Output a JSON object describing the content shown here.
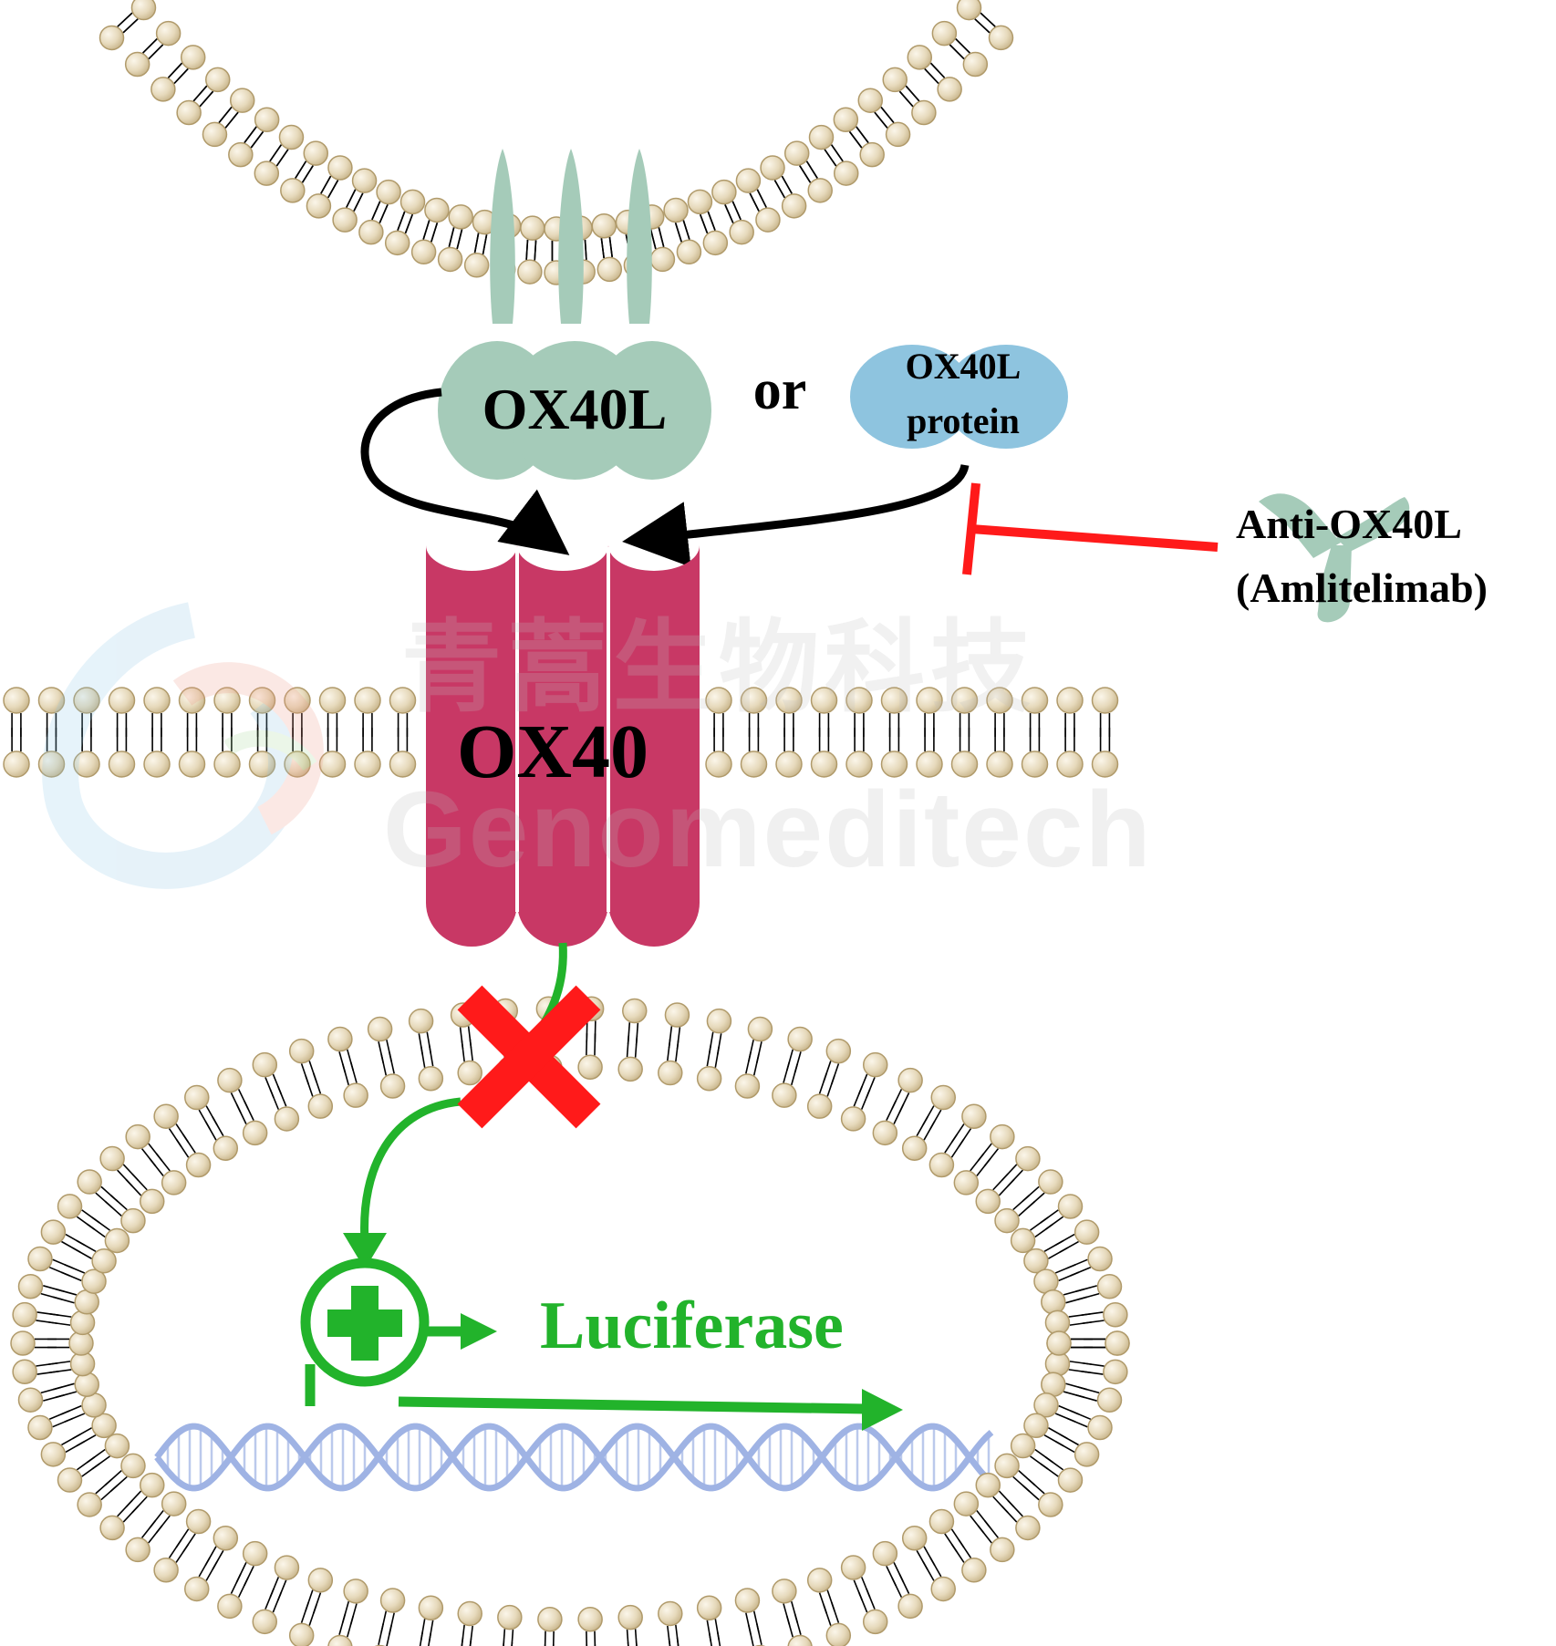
{
  "watermark": {
    "chinese_text": "青蒿生物科技",
    "english_text": "Genomeditech"
  },
  "labels": {
    "ligand_cell": "OX40L",
    "or": "or",
    "ligand_protein_line1": "OX40L",
    "ligand_protein_line2": "protein",
    "receptor": "OX40",
    "antibody_line1": "Anti-OX40L",
    "antibody_line2": "(Amlitelimab)",
    "reporter": "Luciferase"
  },
  "colors": {
    "lipid_head": "#e6d9bb",
    "lipid_head_edge": "#b09a6a",
    "ligand": "#a5cbb9",
    "protein": "#8ec4df",
    "receptor": "#c83865",
    "arrow": "#000000",
    "inhibit": "#ff1a1a",
    "signal": "#22b32b",
    "dna": "#9fb3e4",
    "text": "#000000"
  },
  "icons": {
    "block_mark": "red-x-icon",
    "promoter": "circled-plus-icon",
    "antibody": "y-shaped-antibody-icon"
  }
}
